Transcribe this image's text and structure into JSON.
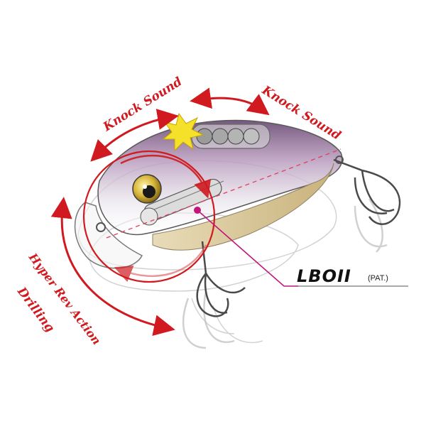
{
  "labels": {
    "knock_sound_left": "Knock Sound",
    "knock_sound_right": "Knock Sound",
    "hyper_rev_action": "Hyper Rev Action",
    "drilling": "Drilling",
    "system_name": "LBOII",
    "patent": "(PAT.)"
  },
  "colors": {
    "arrow_red": "#d01a1f",
    "body_purple": "#8e6d95",
    "belly_tan": "#d9c9a0",
    "callout_magenta": "#c4157a",
    "impact_yellow": "#f5e12a"
  }
}
